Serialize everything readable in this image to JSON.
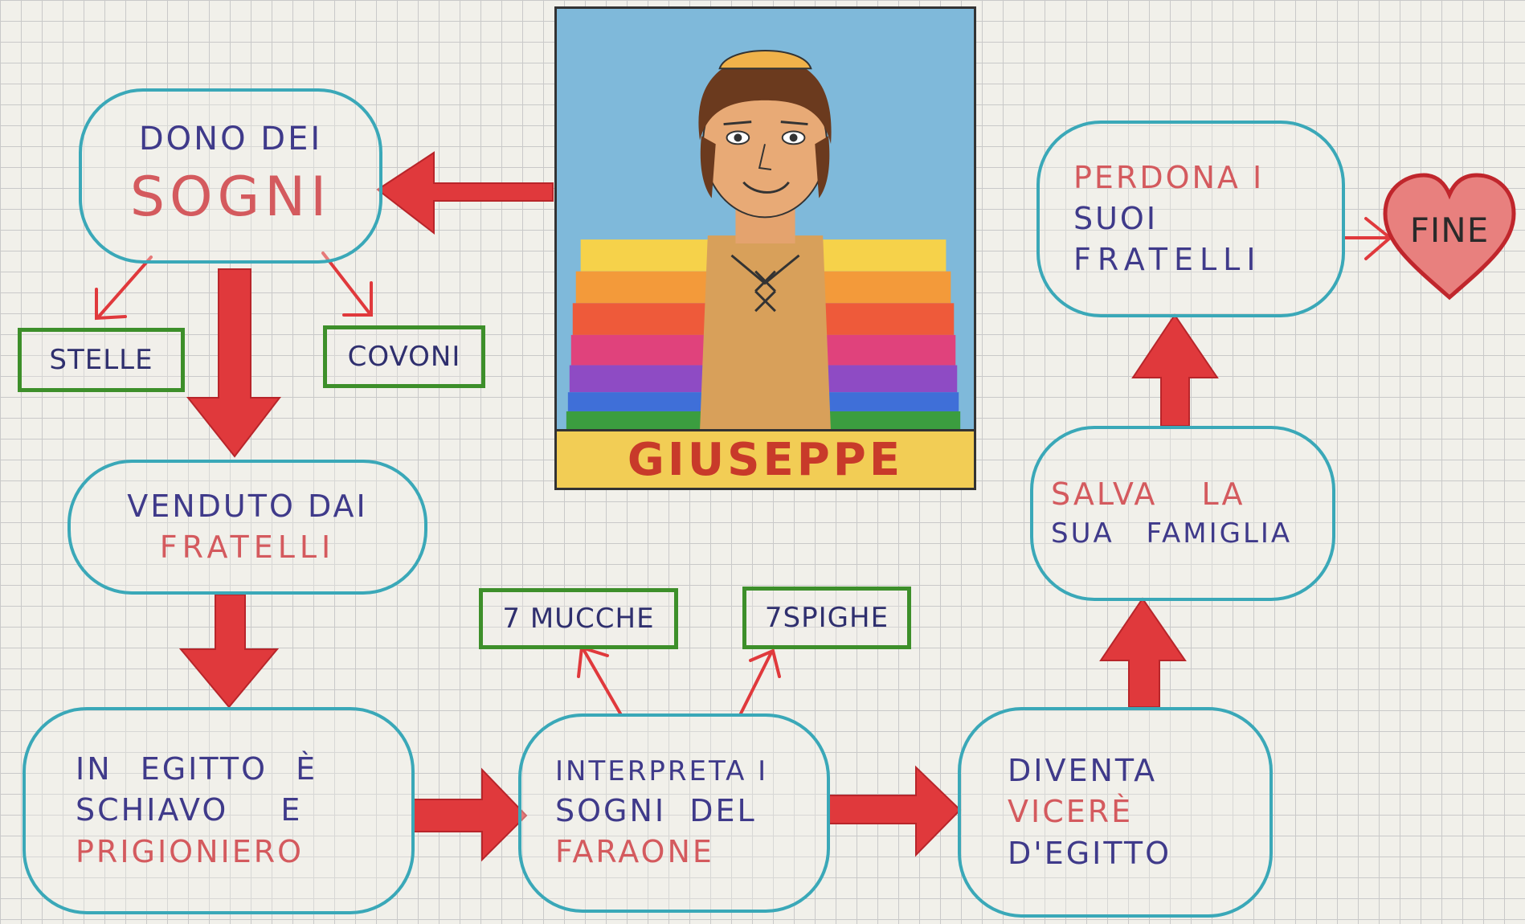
{
  "center": {
    "name": "GIUSEPPE"
  },
  "nodes": {
    "dono": {
      "line1": "DONO DEI",
      "line2": "SOGNI"
    },
    "stelle": "STELLE",
    "covoni": "COVONI",
    "venduto": {
      "line1": "VENDUTO DAI",
      "line2": "FRATELLI"
    },
    "egitto": {
      "line1": "IN EGITTO È",
      "line2": "SCHIAVO E",
      "line3": "PRIGIONIERO"
    },
    "interpreta": {
      "line1": "INTERPRETA I",
      "line2": "SOGNI DEL",
      "line3": "FARAONE"
    },
    "mucche": "7 MUCCHE",
    "spighe": "7SPIGHE",
    "vicere": {
      "line1": "DIVENTA",
      "line2": "VICERÈ",
      "line3": "D'EGITTO"
    },
    "salva": {
      "line1": "SALVA LA",
      "line2": "SUA FAMIGLIA"
    },
    "perdona": {
      "line1": "PERDONA I",
      "line2": "SUOI",
      "line3": "FRATELLI"
    },
    "fine": "FINE"
  },
  "colors": {
    "bubble_border": "#3aa8b8",
    "leaf_border": "#3d8f2a",
    "arrow": "#e0393c",
    "text_blue": "#3f3a8a",
    "text_red": "#d45a5e"
  }
}
